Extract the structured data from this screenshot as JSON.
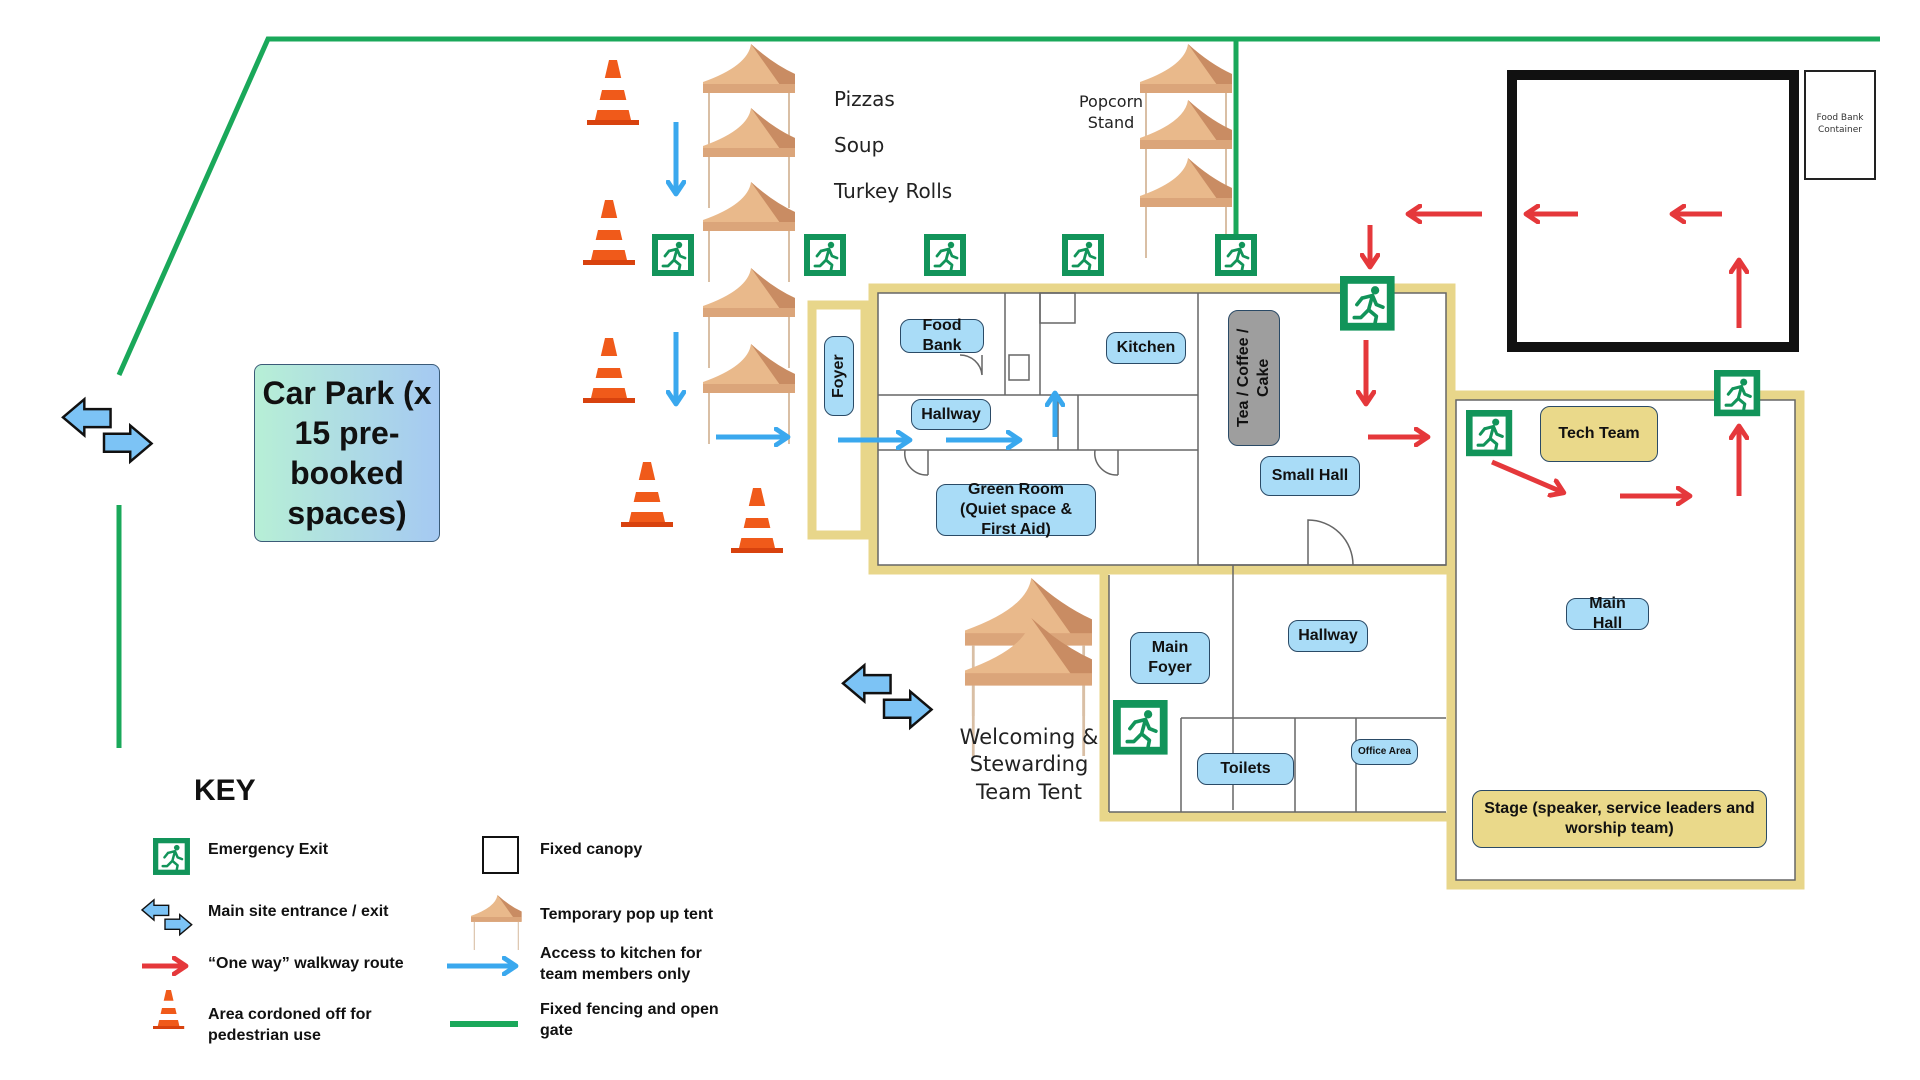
{
  "title": "Site layout map",
  "colors": {
    "fence": "#1aa85a",
    "wall": "#e8d68a",
    "room_label": "#a9dcf7",
    "one_way_arrow": "#e5383b",
    "kitchen_access_arrow": "#3aa8ee",
    "emergency_exit": "#12945a",
    "tent": "#e9b98b",
    "cone": "#f05a1a"
  },
  "car_park": {
    "label": "Car Park (x 15 pre-booked spaces)"
  },
  "stalls": {
    "pizzas": "Pizzas",
    "soup": "Soup",
    "turkey_rolls": "Turkey Rolls",
    "popcorn": "Popcorn Stand"
  },
  "food_bank_container": "Food Bank Container",
  "welcome_tent": "Welcoming & Stewarding Team Tent",
  "rooms": {
    "foyer": "Foyer",
    "food_bank": "Food Bank",
    "kitchen": "Kitchen",
    "hallway_1": "Hallway",
    "green_room": "Green Room (Quiet space & First Aid)",
    "tea_coffee": "Tea / Coffee / Cake",
    "small_hall": "Small Hall",
    "main_foyer": "Main Foyer",
    "hallway_2": "Hallway",
    "toilets": "Toilets",
    "office": "Office Area",
    "tech_team": "Tech Team",
    "main_hall": "Main Hall",
    "stage": "Stage (speaker, service leaders and worship team)"
  },
  "key": {
    "title": "KEY",
    "items": [
      {
        "icon": "emergency-exit-icon",
        "label": "Emergency Exit"
      },
      {
        "icon": "entrance-exit-arrows-icon",
        "label": "Main site entrance / exit"
      },
      {
        "icon": "red-arrow-icon",
        "label": "“One way” walkway route"
      },
      {
        "icon": "traffic-cone-icon",
        "label": "Area cordoned off for pedestrian use"
      },
      {
        "icon": "fixed-canopy-icon",
        "label": "Fixed canopy"
      },
      {
        "icon": "popup-tent-icon",
        "label": "Temporary pop up tent"
      },
      {
        "icon": "blue-arrow-icon",
        "label": "Access to kitchen for team members only"
      },
      {
        "icon": "green-fence-icon",
        "label": "Fixed fencing and open gate"
      }
    ]
  }
}
